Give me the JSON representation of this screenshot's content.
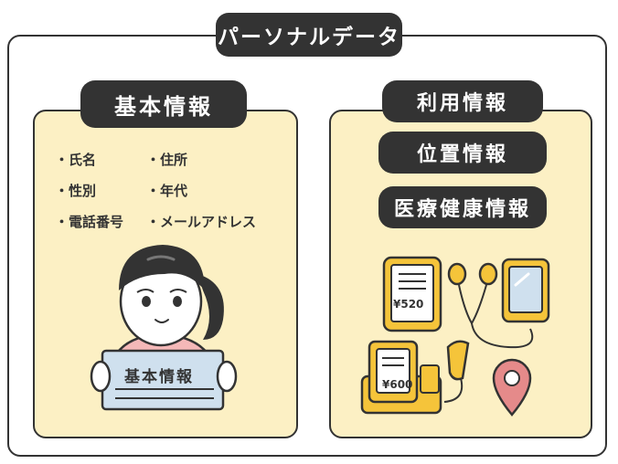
{
  "title": "パーソナルデータ",
  "basic": {
    "heading": "基本情報",
    "items": [
      "・氏名",
      "・住所",
      "・性別",
      "・年代",
      "・電話番号",
      "・メールアドレス"
    ],
    "sign_text": "基本情報"
  },
  "right": {
    "headings": [
      "利用情報",
      "位置情報",
      "医療健康情報"
    ],
    "phone_price": "¥520",
    "register_price": "¥600"
  },
  "colors": {
    "panel": "#fcf0c4",
    "outline": "#333333",
    "device": "#f5c43a",
    "pin": "#e58a8a",
    "sign": "#cfe0ee"
  },
  "icons": [
    "woman-reading-icon",
    "smartphone-icon",
    "earphones-icon",
    "tablet-icon",
    "cash-register-icon",
    "scanner-icon",
    "location-pin-icon"
  ]
}
